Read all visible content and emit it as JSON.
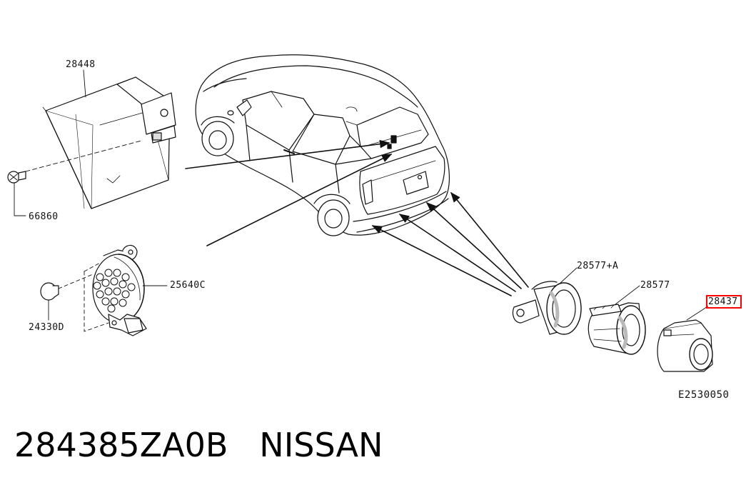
{
  "callouts": {
    "unit_28448": "28448",
    "screw_66860": "66860",
    "buzzer_25640c": "25640C",
    "clip_24330d": "24330D",
    "bracket_28577a": "28577+A",
    "bracket_28577": "28577",
    "sensor_28437": "28437"
  },
  "figure_code": "E2530050",
  "caption": {
    "part_number": "284385ZA0B",
    "brand": "NISSAN"
  },
  "colors": {
    "line": "#111111",
    "highlight": "#ff0000",
    "shade": "#b9b9b9"
  }
}
